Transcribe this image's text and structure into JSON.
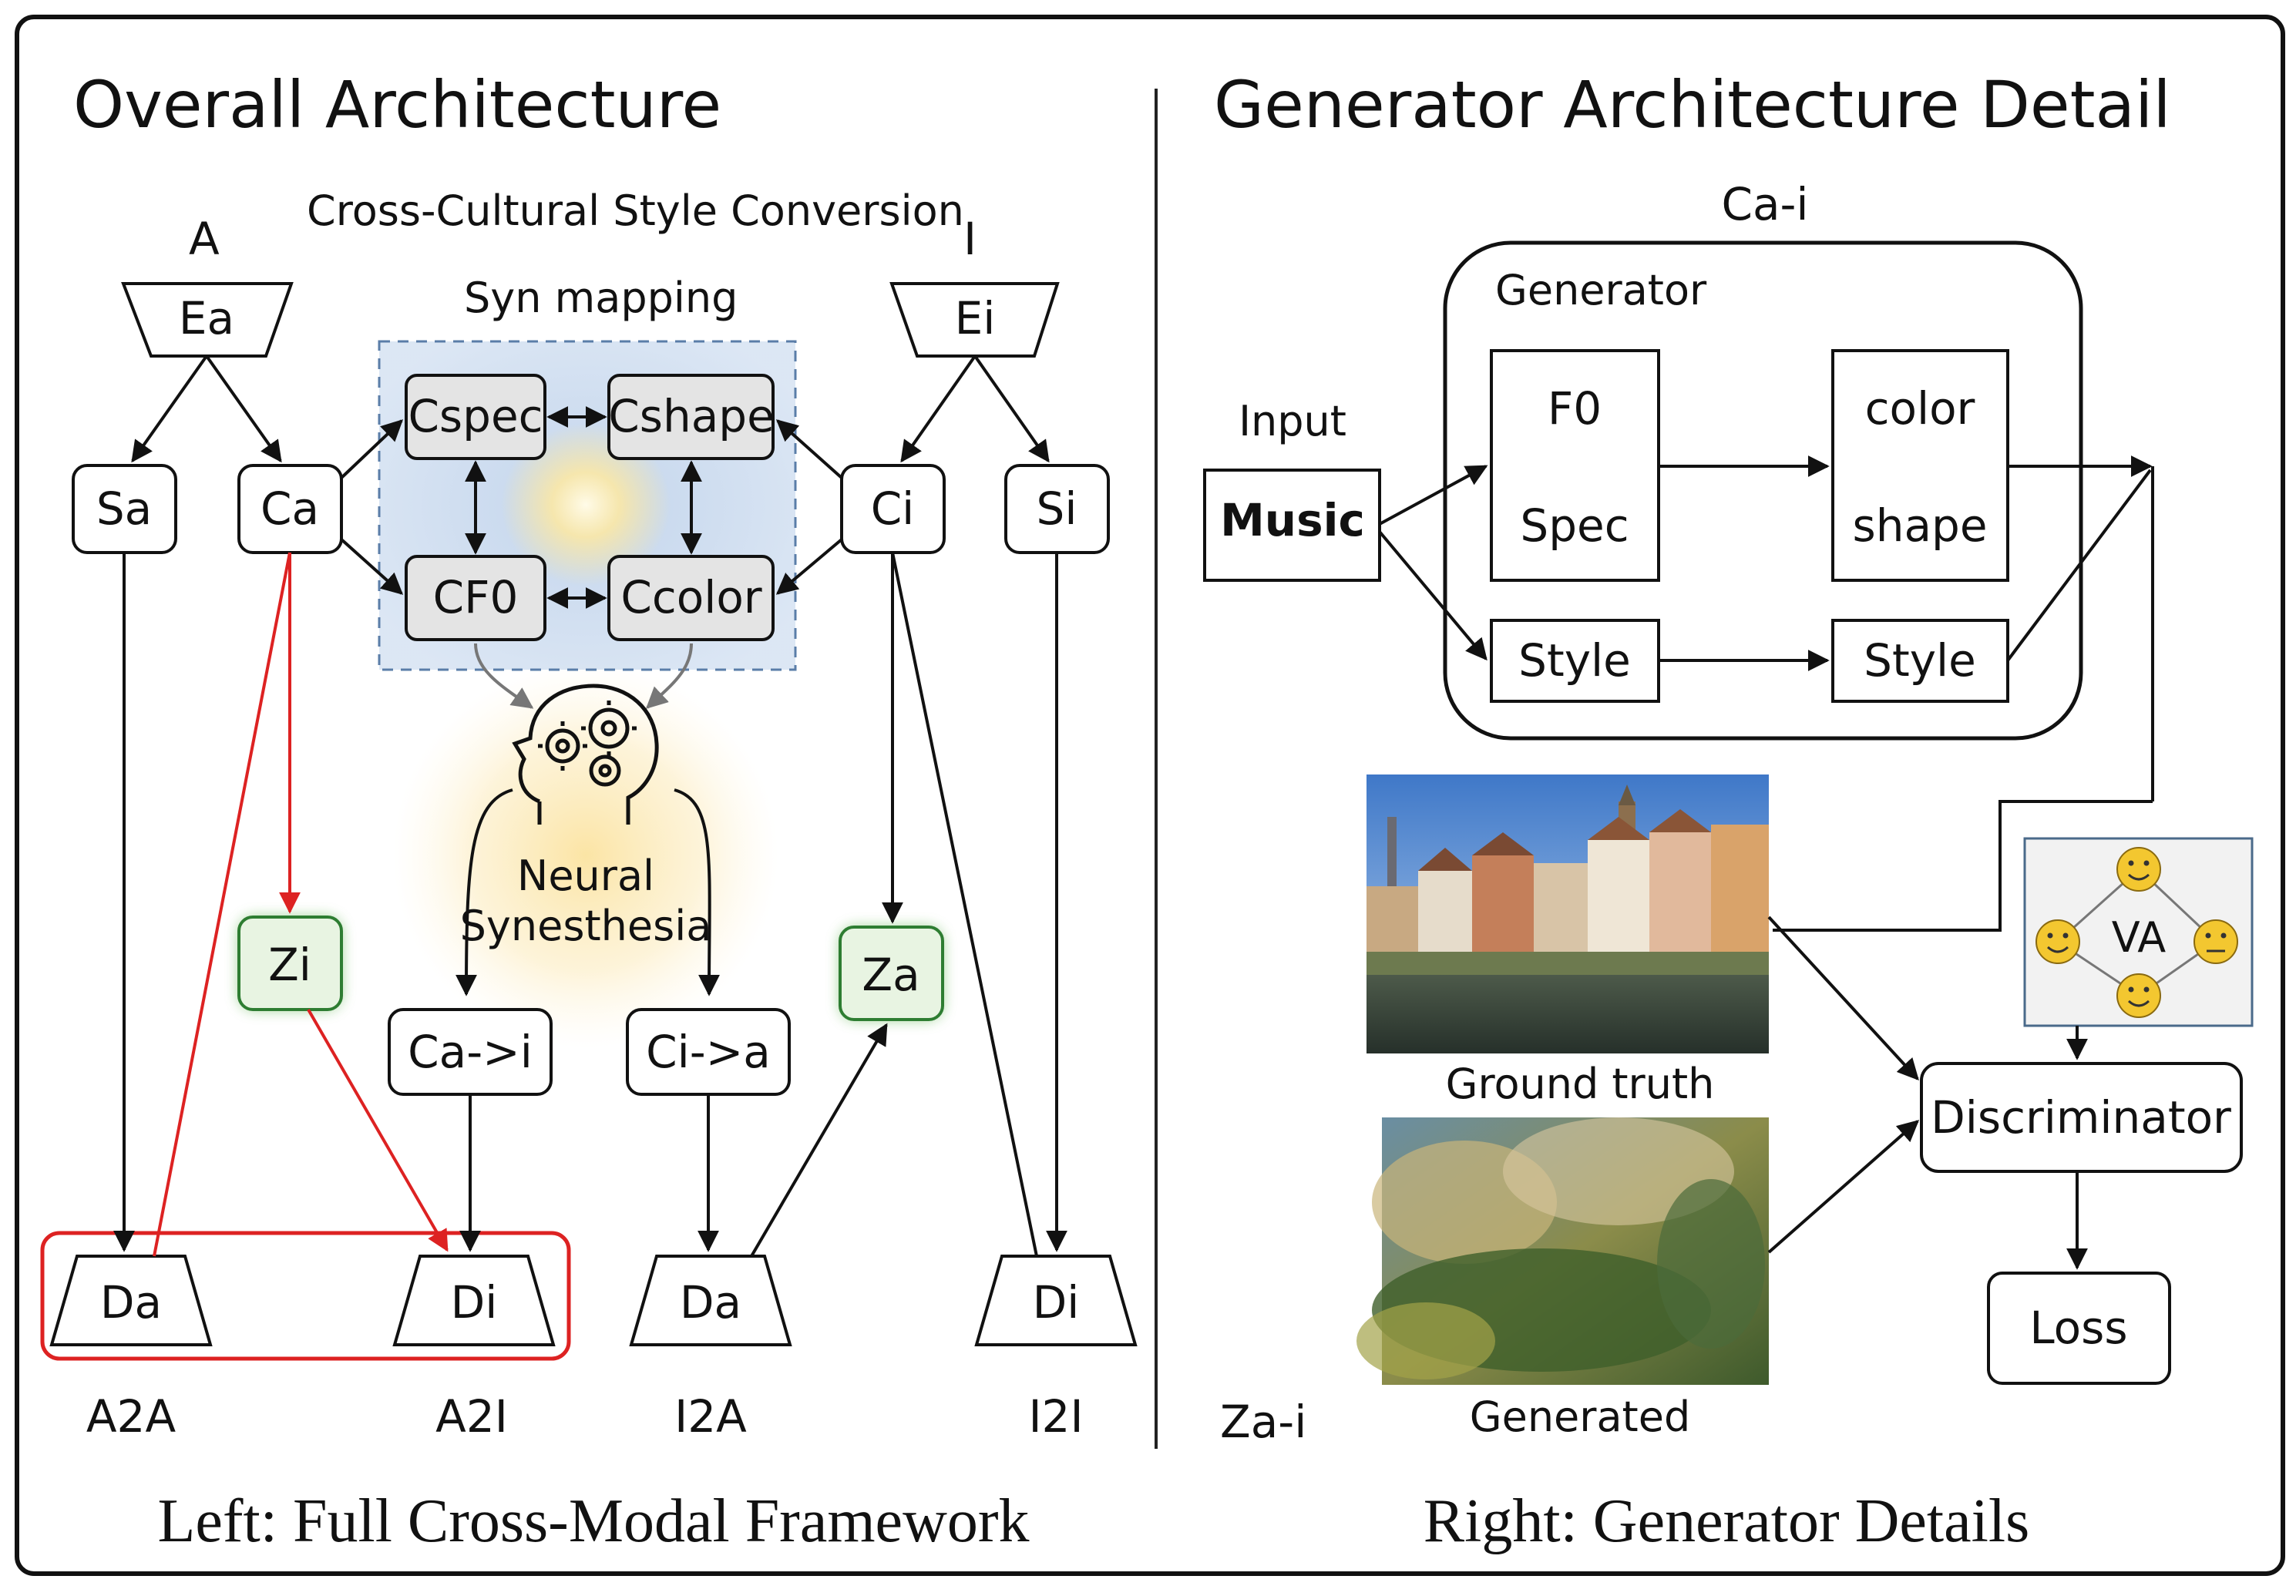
{
  "left": {
    "title": "Overall Architecture",
    "subtitle": "Cross-Cultural Style Conversion",
    "syn_mapping": "Syn mapping",
    "encoders": {
      "audio_top": "A",
      "audio": "Ea",
      "image_top": "I",
      "image": "Ei"
    },
    "codes": {
      "sa": "Sa",
      "ca": "Ca",
      "ci": "Ci",
      "si": "Si"
    },
    "mapping_nodes": {
      "cspec": "Cspec",
      "cshape": "Cshape",
      "cf0": "CF0",
      "ccolor": "Ccolor"
    },
    "neural": {
      "line1": "Neural",
      "line2": "Synesthesia"
    },
    "latents": {
      "zi": "Zi",
      "za": "Za"
    },
    "converted": {
      "ca_i": "Ca->i",
      "ci_a": "Ci->a"
    },
    "decoders": [
      "Da",
      "Di",
      "Da",
      "Di"
    ],
    "tasks": [
      "A2A",
      "A2I",
      "I2A",
      "I2I"
    ],
    "caption": "Left: Full Cross-Modal Framework"
  },
  "right": {
    "title": "Generator Architecture Detail",
    "cai_label": "Ca-i",
    "generator_label": "Generator",
    "input_label": "Input",
    "music_label": "Music",
    "box_f0": "F0",
    "box_spec": "Spec",
    "box_color": "color",
    "box_shape": "shape",
    "style1": "Style",
    "style2": "Style",
    "va_label": "VA",
    "ground_truth": "Ground truth",
    "generated": "Generated",
    "discriminator": "Discriminator",
    "loss": "Loss",
    "zai_label": "Za-i",
    "caption": "Right: Generator Details"
  }
}
